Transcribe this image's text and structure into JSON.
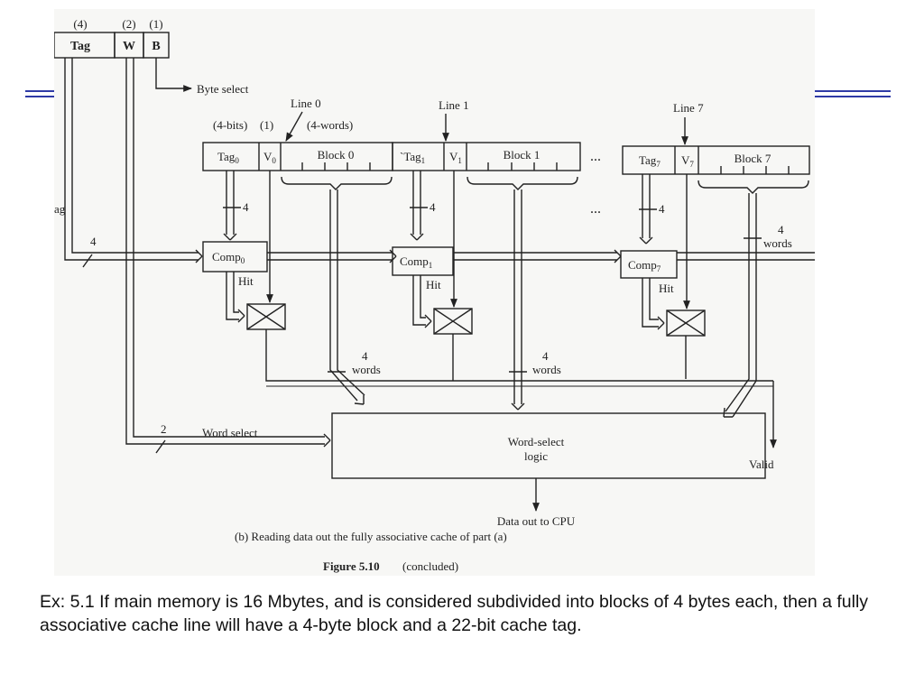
{
  "slide": {
    "rule_color": "#2e3aa6",
    "caption": "Ex: 5.1 If main memory is 16 Mbytes, and is considered subdivided into blocks of 4 bytes each, then a fully associative cache line will have a 4-byte block and a 22-bit cache tag."
  },
  "figure": {
    "address": {
      "fields": [
        {
          "width": "(4)",
          "label": "Tag"
        },
        {
          "width": "(2)",
          "label": "W"
        },
        {
          "width": "(1)",
          "label": "B"
        }
      ],
      "byte_select": "Byte select",
      "tag_edge_label": "ag"
    },
    "lines": [
      {
        "line_label": "Line 0",
        "tag": "Tag",
        "tag_sub": "0",
        "valid": "V",
        "valid_sub": "0",
        "block": "Block 0",
        "comp": "Comp",
        "comp_sub": "0",
        "hit": "Hit",
        "bus_width": "4"
      },
      {
        "line_label": "Line 1",
        "tag": "`Tag",
        "tag_sub": "1",
        "valid": "V",
        "valid_sub": "1",
        "block": "Block 1",
        "comp": "Comp",
        "comp_sub": "1",
        "hit": "Hit",
        "bus_width": "4"
      },
      {
        "line_label": "Line 7",
        "tag": "Tag",
        "tag_sub": "7",
        "valid": "V",
        "valid_sub": "7",
        "block": "Block 7",
        "comp": "Comp",
        "comp_sub": "7",
        "hit": "Hit",
        "bus_width": "4"
      }
    ],
    "field_sizes": {
      "tag": "(4-bits)",
      "valid": "(1)",
      "block": "(4-words)"
    },
    "ellipsis": "...",
    "tag_bus_width": "4",
    "word_bus_value": "4",
    "word_bus_unit": "words",
    "word_select_width": "2",
    "word_select_label": "Word select",
    "logic_line1": "Word-select",
    "logic_line2": "logic",
    "valid_label": "Valid",
    "output_label": "Data out to CPU",
    "subcaption": "(b) Reading data out the fully associative cache of part (a)",
    "figure_number": "Figure 5.10",
    "figure_note": "(concluded)"
  }
}
